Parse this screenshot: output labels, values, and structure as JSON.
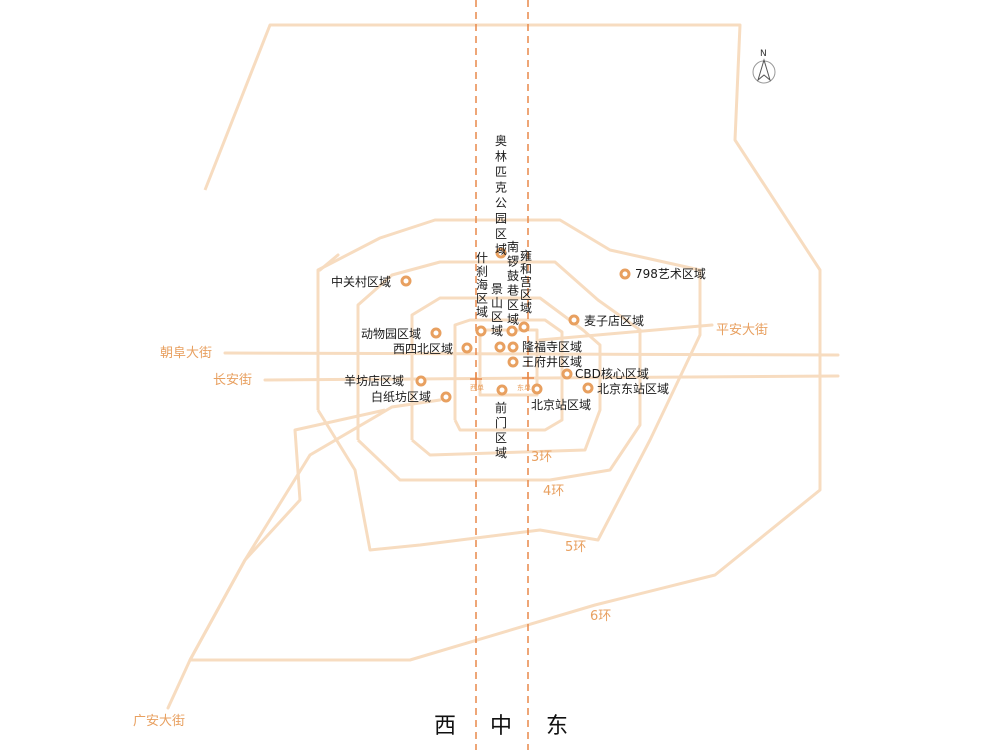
{
  "colors": {
    "road": "#f7dcc0",
    "accent": "#e8a060",
    "axis": "#e8894a",
    "text": "#1a1a1a"
  },
  "compass": {
    "label": "N",
    "icon": "north-arrow-icon"
  },
  "zones": {
    "west": "西",
    "center": "中",
    "east": "东"
  },
  "roads": {
    "chaofu": "朝阜大街",
    "changan": "长安街",
    "pingan": "平安大街",
    "guangan": "广安大街"
  },
  "rings": {
    "r3": "3环",
    "r4": "4环",
    "r5": "5环",
    "r6": "6环"
  },
  "stations": {
    "xidan": "西单",
    "dongdan": "东单"
  },
  "pois": {
    "olympic": "奥林匹克公园区域",
    "nanluogu": "南锣鼓巷区域",
    "yonghegong": "雍和宫区域",
    "shichahai": "什刹海区域",
    "jingshan": "景山区域",
    "zhongguancun": "中关村区域",
    "art798": "798艺术区域",
    "maizidian": "麦子店区域",
    "zoo": "动物园区域",
    "xisibei": "西四北区域",
    "longfusi": "隆福寺区域",
    "wangfujing": "王府井区域",
    "cbd": "CBD核心区域",
    "beijingdong": "北京东站区域",
    "yangfangdian": "羊坊店区域",
    "baizhifang": "白纸坊区域",
    "beijingzhan": "北京站区域",
    "qianmen": "前门区域"
  }
}
